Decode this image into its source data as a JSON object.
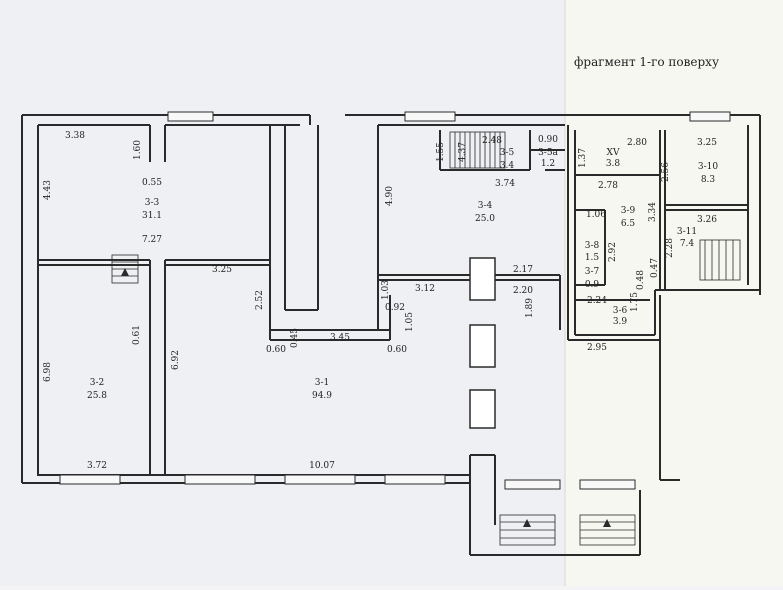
{
  "title": "фрагмент 1-го поверху",
  "rooms": [
    {
      "id": "3-1",
      "area": "94.9"
    },
    {
      "id": "3-2",
      "area": "25.8"
    },
    {
      "id": "3-3",
      "area": "31.1"
    },
    {
      "id": "3-4",
      "area": "25.0"
    },
    {
      "id": "3-5",
      "area": "3.4"
    },
    {
      "id": "3-5a",
      "area": "1.2"
    },
    {
      "id": "XV",
      "area": "3.8"
    },
    {
      "id": "3-6",
      "area": "3.9"
    },
    {
      "id": "3-7",
      "area": "0.9"
    },
    {
      "id": "3-8",
      "area": "1.5"
    },
    {
      "id": "3-9",
      "area": "6.5"
    },
    {
      "id": "3-10",
      "area": "8.3"
    },
    {
      "id": "3-11",
      "area": "7.4"
    }
  ],
  "dimensions": [
    "3.38",
    "1.60",
    "0.55",
    "4.43",
    "7.27",
    "3.25",
    "2.52",
    "0.61",
    "6.98",
    "6.92",
    "3.72",
    "10.07",
    "0.60",
    "0.45",
    "3.45",
    "0.60",
    "1.05",
    "0.92",
    "1.03",
    "3.12",
    "2.17",
    "2.20",
    "1.89",
    "4.90",
    "1.55",
    "4.37",
    "2.48",
    "3.74",
    "0.90",
    "1.37",
    "2.80",
    "3.25",
    "2.56",
    "2.78",
    "1.06",
    "3.34",
    "3.26",
    "2.28",
    "2.92",
    "0.47",
    "0.48",
    "1.75",
    "2.24",
    "2.95"
  ]
}
